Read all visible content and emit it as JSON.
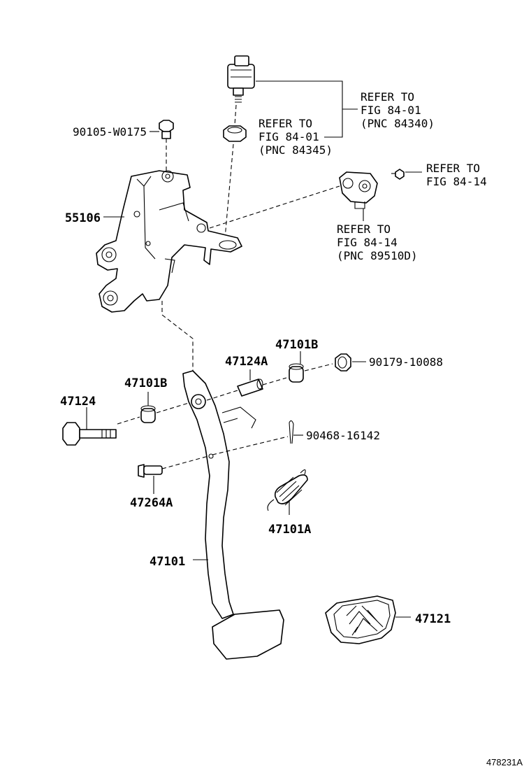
{
  "diagram_title": "",
  "figure_id": "478231A",
  "parts": [
    {
      "id": "p55106",
      "label": "55106"
    },
    {
      "id": "p90105",
      "label": "90105-W0175"
    },
    {
      "id": "p47124",
      "label": "47124"
    },
    {
      "id": "p47101b_left",
      "label": "47101B"
    },
    {
      "id": "p47124a",
      "label": "47124A"
    },
    {
      "id": "p47101b_right",
      "label": "47101B"
    },
    {
      "id": "p90179",
      "label": "90179-10088"
    },
    {
      "id": "p90468",
      "label": "90468-16142"
    },
    {
      "id": "p47264a",
      "label": "47264A"
    },
    {
      "id": "p47101a",
      "label": "47101A"
    },
    {
      "id": "p47101",
      "label": "47101"
    },
    {
      "id": "p47121",
      "label": "47121"
    }
  ],
  "references": [
    {
      "id": "ref84340",
      "lines": [
        "REFER TO",
        "FIG 84-01",
        "(PNC 84340)"
      ]
    },
    {
      "id": "ref84345",
      "lines": [
        "REFER TO",
        "FIG 84-01",
        "(PNC 84345)"
      ]
    },
    {
      "id": "ref8414a",
      "lines": [
        "REFER TO",
        "FIG 84-14"
      ]
    },
    {
      "id": "ref89510",
      "lines": [
        "REFER TO",
        "FIG 84-14",
        "(PNC 89510D)"
      ]
    }
  ]
}
